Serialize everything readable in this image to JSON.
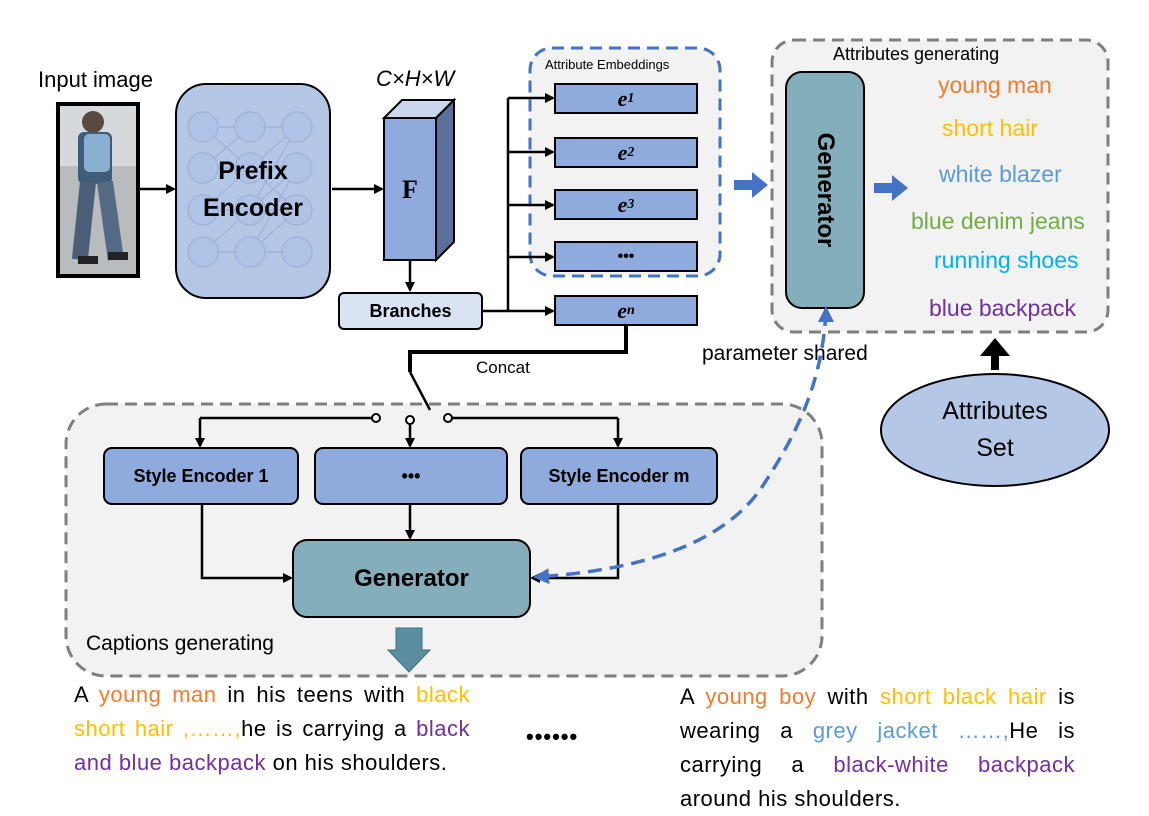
{
  "input": {
    "label": "Input image"
  },
  "encoder": {
    "line1": "Prefix",
    "line2": "Encoder"
  },
  "feature": {
    "dims": "C×H×W",
    "symbol": "F"
  },
  "branches": {
    "label": "Branches"
  },
  "embeddings": {
    "title": "Attribute Embeddings",
    "items": [
      "e",
      "e",
      "e",
      "•••",
      "e"
    ],
    "subscripts": [
      "1",
      "2",
      "3",
      "",
      "n"
    ]
  },
  "concat": {
    "label": "Concat"
  },
  "attr_gen": {
    "title": "Attributes generating",
    "generator": "Generator",
    "attributes": [
      {
        "text": "young man",
        "color": "#ed7d31"
      },
      {
        "text": "short hair",
        "color": "#ffc000"
      },
      {
        "text": "white blazer",
        "color": "#5b9bd5"
      },
      {
        "text": "blue denim jeans",
        "color": "#70ad47"
      },
      {
        "text": "running shoes",
        "color": "#00b0f0"
      },
      {
        "text": "blue backpack",
        "color": "#7030a0"
      }
    ]
  },
  "param_shared": {
    "label": "parameter shared"
  },
  "attr_set": {
    "line1": "Attributes",
    "line2": "Set"
  },
  "caption_gen": {
    "title": "Captions generating",
    "style1": "Style Encoder 1",
    "style_mid": "•••",
    "style_m": "Style Encoder m",
    "generator": "Generator"
  },
  "captions": {
    "left": [
      {
        "t": "A ",
        "c": ""
      },
      {
        "t": "young man",
        "c": "orange"
      },
      {
        "t": " in his teens with ",
        "c": ""
      },
      {
        "t": "black short hair ,……,",
        "c": "yellow"
      },
      {
        "t": "he is carrying a ",
        "c": ""
      },
      {
        "t": "black and blue backpack",
        "c": "purple"
      },
      {
        "t": " on his shoulders.",
        "c": ""
      }
    ],
    "middle": "••••••",
    "right": [
      {
        "t": "A ",
        "c": ""
      },
      {
        "t": "young boy",
        "c": "orange"
      },
      {
        "t": " with ",
        "c": ""
      },
      {
        "t": "short black hair",
        "c": "yellow"
      },
      {
        "t": " is wearing a ",
        "c": ""
      },
      {
        "t": "grey jacket ……,",
        "c": "lblue"
      },
      {
        "t": "He is carrying a ",
        "c": ""
      },
      {
        "t": "black-white backpack",
        "c": "purple"
      },
      {
        "t": " around his shoulders.",
        "c": ""
      }
    ]
  }
}
